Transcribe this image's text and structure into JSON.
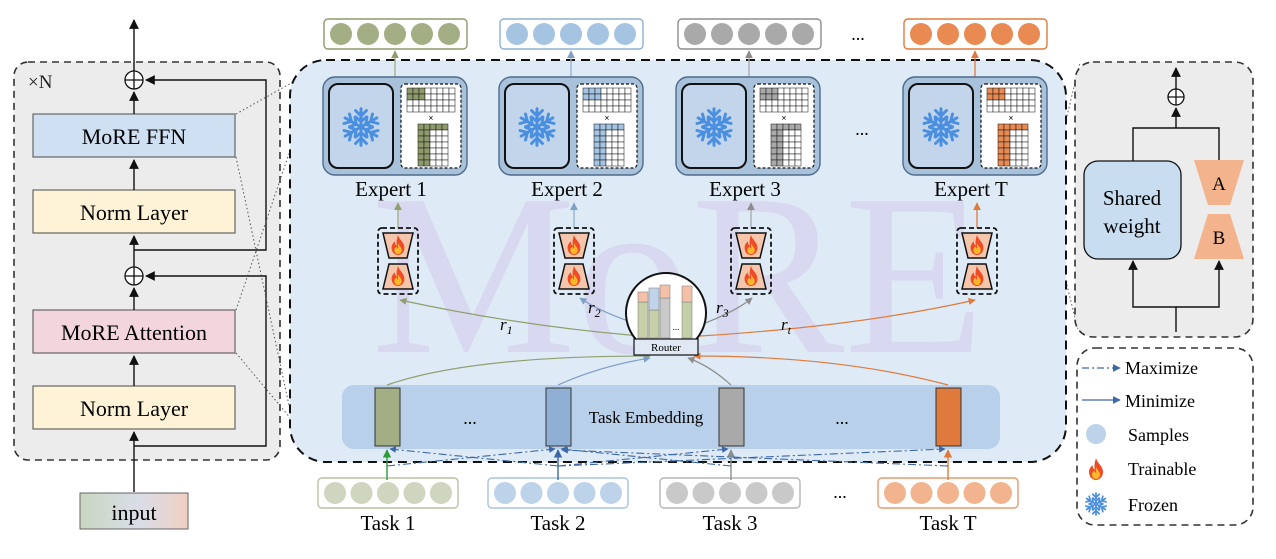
{
  "left_panel": {
    "repeat_label": "×N",
    "blocks": {
      "ffn": "MoRE FFN",
      "norm_top": "Norm Layer",
      "attention": "MoRE Attention",
      "norm_bottom": "Norm Layer"
    },
    "input_label": "input"
  },
  "watermark": "MoRE",
  "experts": [
    {
      "label": "Expert 1",
      "color": "#a3ae84"
    },
    {
      "label": "Expert 2",
      "color": "#a4c4e2"
    },
    {
      "label": "Expert 3",
      "color": "#a9a9a9"
    },
    {
      "label": "Expert T",
      "color": "#e88a52"
    }
  ],
  "ellipsis": "...",
  "router": {
    "label": "Router",
    "routes": [
      {
        "symbol": "r",
        "sub": "1"
      },
      {
        "symbol": "r",
        "sub": "2"
      },
      {
        "symbol": "r",
        "sub": "3"
      },
      {
        "symbol": "r",
        "sub": "t"
      }
    ]
  },
  "task_embedding_label": "Task Embedding",
  "tasks": [
    {
      "label": "Task 1",
      "color": "#cfd5be",
      "border": "#b9c2a3"
    },
    {
      "label": "Task 2",
      "color": "#bcd3ea",
      "border": "#a6c3e2"
    },
    {
      "label": "Task 3",
      "color": "#c9c9c9",
      "border": "#b5b5b5"
    },
    {
      "label": "Task T",
      "color": "#f1b48f",
      "border": "#e99a6c"
    }
  ],
  "lora_panel": {
    "shared_weight": [
      "Shared",
      "weight"
    ],
    "a_label": "A",
    "b_label": "B"
  },
  "legend": {
    "maximize": "Maximize",
    "minimize": "Minimize",
    "samples": "Samples",
    "trainable": "Trainable",
    "frozen": "Frozen"
  }
}
